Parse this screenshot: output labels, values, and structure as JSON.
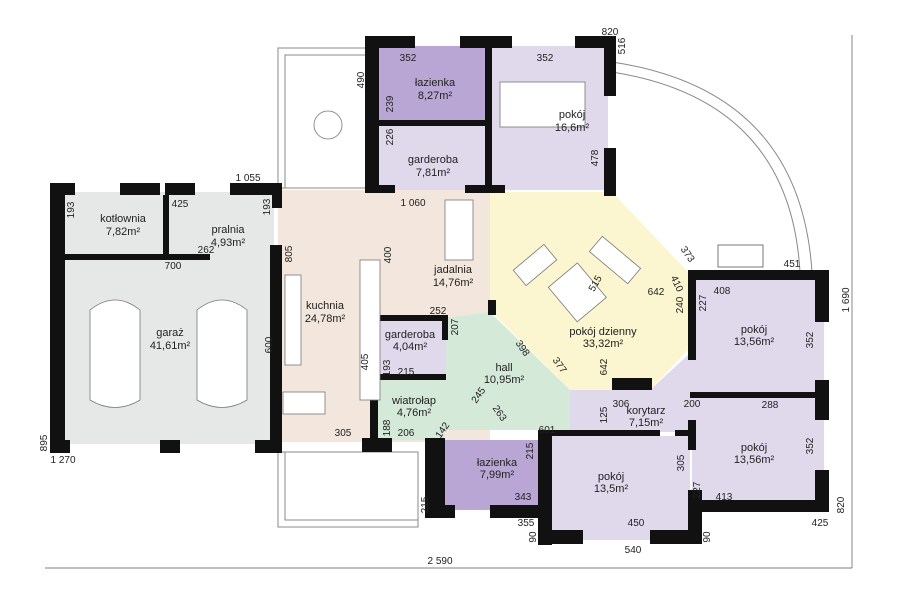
{
  "colors": {
    "garage": "#e6e8e8",
    "kitchen": "#f3e6dc",
    "living": "#fbf6cf",
    "hall": "#d5e9d9",
    "room": "#e0d9ec",
    "bath": "#b9a6d4",
    "wall": "#111111"
  },
  "rooms": [
    {
      "name": "łazienka",
      "area": "8,27m²"
    },
    {
      "name": "pokój",
      "area": "16,6m²"
    },
    {
      "name": "garderoba",
      "area": "7,81m²"
    },
    {
      "name": "kotłownia",
      "area": "7,82m²"
    },
    {
      "name": "pralnia",
      "area": "4,93m²"
    },
    {
      "name": "garaż",
      "area": "41,61m²"
    },
    {
      "name": "kuchnia",
      "area": "24,78m²"
    },
    {
      "name": "jadalnia",
      "area": "14,76m²"
    },
    {
      "name": "garderoba",
      "area": "4,04m²"
    },
    {
      "name": "wiatrołap",
      "area": "4,76m²"
    },
    {
      "name": "hall",
      "area": "10,95m²"
    },
    {
      "name": "pokój dzienny",
      "area": "33,32m²"
    },
    {
      "name": "korytarz",
      "area": "7,15m²"
    },
    {
      "name": "pokój",
      "area": "13,56m²"
    },
    {
      "name": "pokój",
      "area": "13,56m²"
    },
    {
      "name": "łazienka",
      "area": "7,99m²"
    },
    {
      "name": "pokój",
      "area": "13,5m²"
    }
  ],
  "dimensions": [
    "820",
    "516",
    "490",
    "352",
    "352",
    "239",
    "226",
    "478",
    "1 055",
    "1 060",
    "193",
    "425",
    "193",
    "262",
    "700",
    "805",
    "400",
    "600",
    "252",
    "207",
    "405",
    "193",
    "215",
    "188",
    "206",
    "305",
    "142",
    "245",
    "263",
    "601",
    "215",
    "343",
    "355",
    "90",
    "450",
    "90",
    "540",
    "425",
    "820",
    "305",
    "227",
    "413",
    "352",
    "288",
    "200",
    "306",
    "125",
    "398",
    "377",
    "642",
    "515",
    "642",
    "410",
    "240",
    "373",
    "451",
    "408",
    "227",
    "352",
    "1 690",
    "2 590",
    "895",
    "1 270",
    "215"
  ]
}
